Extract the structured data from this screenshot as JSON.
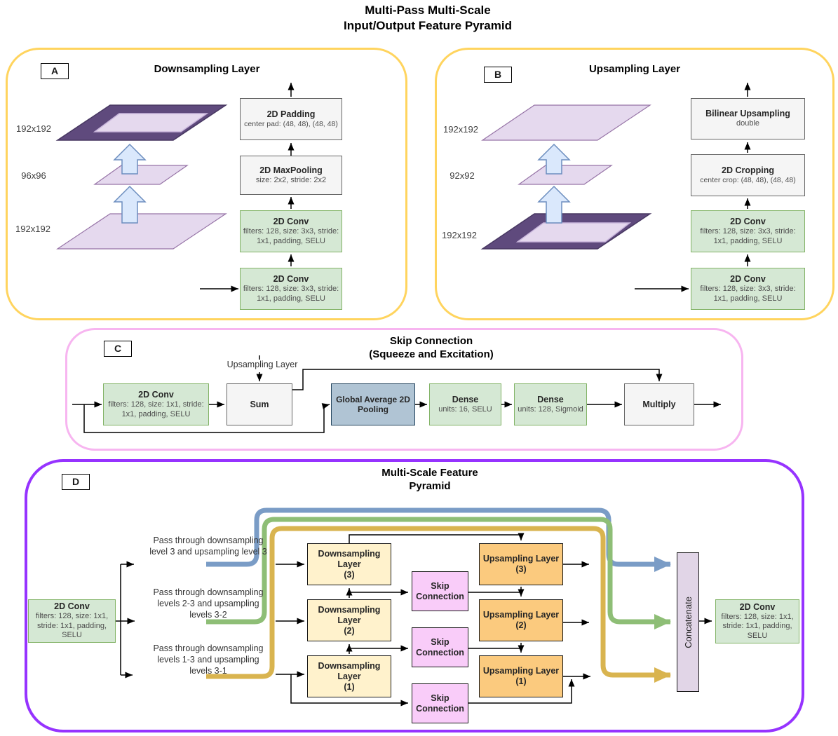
{
  "title": {
    "line1": "Multi-Pass Multi-Scale",
    "line2": "Input/Output Feature Pyramid"
  },
  "panel_a": {
    "tag": "A",
    "title": "Downsampling Layer",
    "sizes": [
      "192x192",
      "96x96",
      "192x192"
    ],
    "boxes": [
      {
        "title": "2D Padding",
        "subtitle": "center pad: (48, 48), (48, 48)"
      },
      {
        "title": "2D MaxPooling",
        "subtitle": "size: 2x2, stride: 2x2"
      },
      {
        "title": "2D Conv",
        "subtitle": "filters: 128, size: 3x3, stride: 1x1, padding, SELU"
      },
      {
        "title": "2D Conv",
        "subtitle": "filters: 128, size: 3x3, stride: 1x1, padding, SELU"
      }
    ]
  },
  "panel_b": {
    "tag": "B",
    "title": "Upsampling Layer",
    "sizes": [
      "192x192",
      "92x92",
      "192x192"
    ],
    "boxes": [
      {
        "title": "Bilinear Upsampling",
        "subtitle": "double"
      },
      {
        "title": "2D Cropping",
        "subtitle": "center crop: (48, 48), (48, 48)"
      },
      {
        "title": "2D Conv",
        "subtitle": "filters: 128, size: 3x3, stride: 1x1, padding, SELU"
      },
      {
        "title": "2D Conv",
        "subtitle": "filters: 128, size: 3x3, stride: 1x1, padding, SELU"
      }
    ]
  },
  "panel_c": {
    "tag": "C",
    "title_line1": "Skip Connection",
    "title_line2": "(Squeeze and Excitation)",
    "annotation": "Upsampling Layer",
    "boxes": [
      {
        "title": "2D Conv",
        "subtitle": "filters: 128, size: 1x1, stride: 1x1, padding, SELU"
      },
      {
        "title": "Sum"
      },
      {
        "title": "Global Average 2D Pooling"
      },
      {
        "title": "Dense",
        "subtitle": "units: 16, SELU"
      },
      {
        "title": "Dense",
        "subtitle": "units: 128, Sigmoid"
      },
      {
        "title": "Multiply"
      }
    ]
  },
  "panel_d": {
    "tag": "D",
    "title_line1": "Multi-Scale Feature",
    "title_line2": "Pyramid",
    "input_conv": {
      "title": "2D Conv",
      "subtitle": "filters: 128, size: 1x1, stride: 1x1, padding, SELU"
    },
    "passes": [
      {
        "lines": [
          "Pass through downsampling",
          "level 3 and upsampling level 3"
        ]
      },
      {
        "lines": [
          "Pass through downsampling",
          "levels 2-3 and upsampling",
          "levels 3-2"
        ]
      },
      {
        "lines": [
          "Pass through downsampling",
          "levels 1-3 and upsampling",
          "levels 3-1"
        ]
      }
    ],
    "down_layers": [
      {
        "line1": "Downsampling",
        "line2": "Layer",
        "line3": "(3)"
      },
      {
        "line1": "Downsampling",
        "line2": "Layer",
        "line3": "(2)"
      },
      {
        "line1": "Downsampling",
        "line2": "Layer",
        "line3": "(1)"
      }
    ],
    "skips": [
      {
        "line1": "Skip",
        "line2": "Connection"
      },
      {
        "line1": "Skip",
        "line2": "Connection"
      },
      {
        "line1": "Skip",
        "line2": "Connection"
      }
    ],
    "up_layers": [
      {
        "line1": "Upsampling Layer",
        "line2": "(3)"
      },
      {
        "line1": "Upsampling Layer",
        "line2": "(2)"
      },
      {
        "line1": "Upsampling Layer",
        "line2": "(1)"
      }
    ],
    "concatenate": "Concatenate",
    "output_conv": {
      "title": "2D Conv",
      "subtitle": "filters: 128, size: 1x1, stride: 1x1, padding, SELU"
    }
  },
  "colors": {
    "panel_ab_border": "#FFD45E",
    "panel_c_border": "#F7B5F0",
    "panel_d_border": "#9633FF",
    "green_fill": "#D5E8D4",
    "green_border": "#82B366",
    "gray_fill": "#F5F5F5",
    "gray_border": "#666666",
    "bluegray_fill": "#B0C4D4",
    "bluegray_border": "#23445D",
    "cream_fill": "#FFF2CC",
    "orange_fill": "#FBCA7E",
    "skip_pink_fill": "#F9CCF9",
    "lavender_fill": "#E1D5E7",
    "pyramid_dark": "#5F4A7D",
    "pyramid_light": "#E5D9EE",
    "fat_arrow_fill": "#DAE8FC",
    "fat_arrow_border": "#6C8EBF",
    "pass_blue": "#7A9CC6",
    "pass_green": "#8EBE76",
    "pass_yellow": "#D9B44F"
  }
}
